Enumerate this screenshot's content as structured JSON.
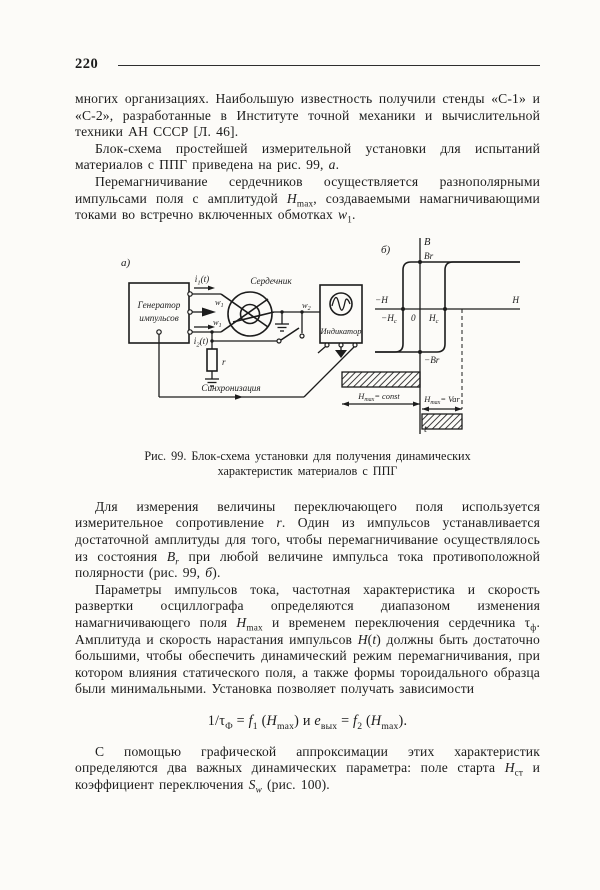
{
  "page": {
    "number": "220"
  },
  "paragraphs": [
    "многих организациях. Наибольшую известность получили стенды «С-1» и «С-2», разработанные в Институте точной механики и вычислительной техники АН СССР [Л. 46].",
    "Блок-схема простейшей измерительной установки для испытаний материалов с ППГ приведена на рис. 99, <i>а</i>.",
    "Перемагничивание сердечников осуществляется разнополярными импульсами поля с амплитудой <i>H</i><sub>max</sub>, создаваемыми намагничивающими токами во встречно включенных обмотках <i>w</i><sub>1</sub>.",
    "Для измерения величины переключающего поля используется измерительное сопротивление <i>r</i>. Один из импульсов устанавливается достаточной амплитуды для того, чтобы перемагничивание осуществлялось из состояния <i>B<sub>r</sub></i> при любой величине импульса тока противоположной полярности (рис. 99, <i>б</i>).",
    "Параметры импульсов тока, частотная характеристика и скорость развертки осциллографа определяются диапазоном изменения намагничивающего поля <i>H</i><sub>max</sub> и временем переключения сердечника τ<sub>ф</sub>. Амплитуда и скорость нарастания импульсов <i>H</i>(<i>t</i>) должны быть достаточно большими, чтобы обеспечить динамический режим перемагничивания, при котором влияния статического поля, а также формы тороидального образца были минимальными. Установка позволяет получать зависимости",
    "С помощью графической аппроксимации этих характеристик определяются два важных динамических параметра: поле старта <i>H</i><sub>ст</sub> и коэффициент переключения <i>S<sub>w</sub></i> (рис. 100)."
  ],
  "formula": "1/τ<sub>Ф</sub> = <i>f</i><sub>1</sub> (<i>H</i><sub>max</sub>)  и  <i>e</i><sub>вых</sub> = <i>f</i><sub>2</sub> (<i>H</i><sub>max</sub>).",
  "figure": {
    "caption": "Рис. 99. Блок-схема установки для получения динамических<br>характеристик материалов с ППГ",
    "a": {
      "part_label": "а)",
      "generator_line1": "Генератор",
      "generator_line2": "импульсов",
      "core_label": "Сердечник",
      "indicator_label": "Индикатор",
      "sync_label": "Синхронизация",
      "i1_main": "i",
      "i1_sub": "1",
      "i1_rest": "(t)",
      "i2_main": "i",
      "i2_sub": "2",
      "i2_rest": "(t)",
      "w1_main": "w",
      "w1_sub": "1",
      "w1b_main": "w",
      "w1b_sub": "1",
      "w2_main": "w",
      "w2_sub": "2",
      "r_label": "r"
    },
    "b": {
      "part_label": "б)",
      "b_axis": "B",
      "br": "Br",
      "minus_br": "−Br",
      "h_pos": "H",
      "h_neg": "−H",
      "zero": "0",
      "hc_main": "H",
      "hc_sub": "c",
      "minus_hc_main": "−H",
      "minus_hc_sub": "c",
      "hmax_const_main": "H",
      "hmax_const_sub": "max",
      "hmax_const_rest": "= const",
      "hmax_var_main": "H",
      "hmax_var_sub": "max",
      "hmax_var_rest": "= Var",
      "t_label": "t"
    }
  }
}
